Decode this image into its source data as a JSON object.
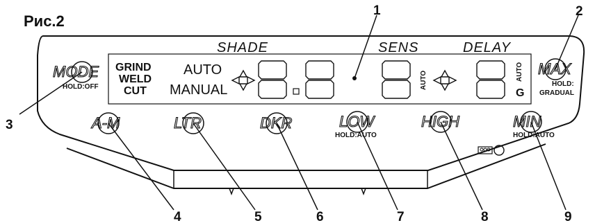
{
  "figure": {
    "title": "Рис.2"
  },
  "lcd": {
    "headers": {
      "shade": "SHADE",
      "sens": "SENS",
      "delay": "DELAY"
    },
    "modes": [
      "GRIND",
      "WELD",
      "CUT"
    ],
    "auto": "AUTO",
    "manual": "MANUAL",
    "sens_auto": "AUTO",
    "delay_auto": "AUTO",
    "delay_g": "G"
  },
  "buttons": {
    "mode": {
      "label": "MODE",
      "sub": "HOLD:OFF"
    },
    "max": {
      "label": "MAX",
      "sub1": "HOLD:",
      "sub2": "GRADUAL"
    },
    "am": {
      "label": "A-M"
    },
    "ltr": {
      "label": "LTR"
    },
    "dkr": {
      "label": "DKR"
    },
    "low": {
      "label": "LOW",
      "sub": "HOLD:AUTO"
    },
    "high": {
      "label": "HIGH"
    },
    "min": {
      "label": "MIN",
      "sub": "HOLD:AUTO"
    }
  },
  "callouts": [
    "1",
    "2",
    "3",
    "4",
    "5",
    "6",
    "7",
    "8",
    "9"
  ],
  "colors": {
    "ink": "#111111",
    "background": "#ffffff"
  },
  "icons": [
    "sun-flare-icon",
    "battery-icon",
    "solar-cell-icon"
  ]
}
